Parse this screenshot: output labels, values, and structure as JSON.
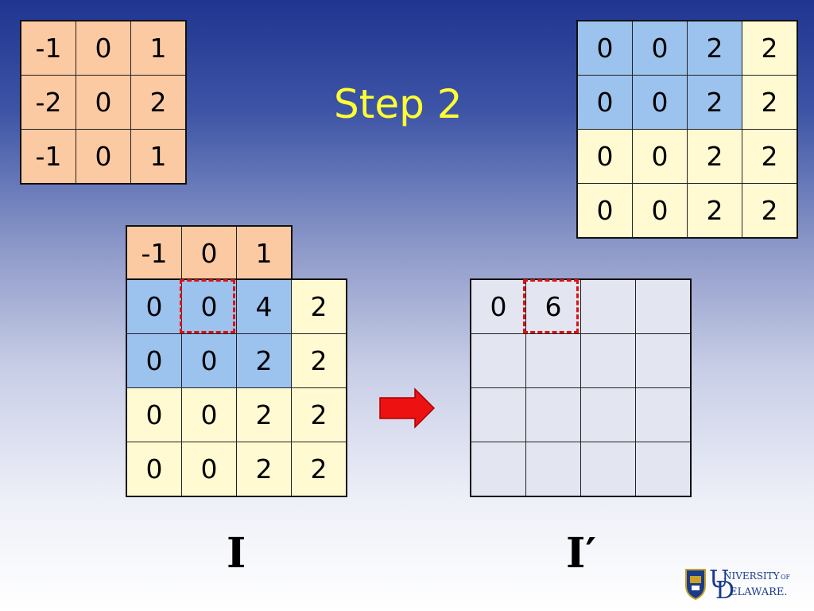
{
  "title": "Step 2",
  "kernel": [
    [
      "-1",
      "0",
      "1"
    ],
    [
      "-2",
      "0",
      "2"
    ],
    [
      "-1",
      "0",
      "1"
    ]
  ],
  "input_top": [
    [
      "0",
      "0",
      "2",
      "2"
    ],
    [
      "0",
      "0",
      "2",
      "2"
    ],
    [
      "0",
      "0",
      "2",
      "2"
    ],
    [
      "0",
      "0",
      "2",
      "2"
    ]
  ],
  "kernel_overlay_row": [
    "-1",
    "0",
    "1"
  ],
  "input_main": [
    [
      "0",
      "0",
      "4",
      "2"
    ],
    [
      "0",
      "0",
      "2",
      "2"
    ],
    [
      "0",
      "0",
      "2",
      "2"
    ],
    [
      "0",
      "0",
      "2",
      "2"
    ]
  ],
  "output": [
    [
      "0",
      "6",
      "",
      ""
    ],
    [
      "",
      "",
      "",
      ""
    ],
    [
      "",
      "",
      "",
      ""
    ],
    [
      "",
      "",
      "",
      ""
    ]
  ],
  "label_input": "I",
  "label_output": "I′",
  "logo": {
    "text": "UNIVERSITY OF DELAWARE",
    "icon": "shield-icon"
  },
  "colors": {
    "kernel": "#fbc9a2",
    "blue": "#9cc2ee",
    "yellow": "#fffad2",
    "output": "#e3e5f0",
    "highlight": "#e01010",
    "title": "#ffff33"
  }
}
